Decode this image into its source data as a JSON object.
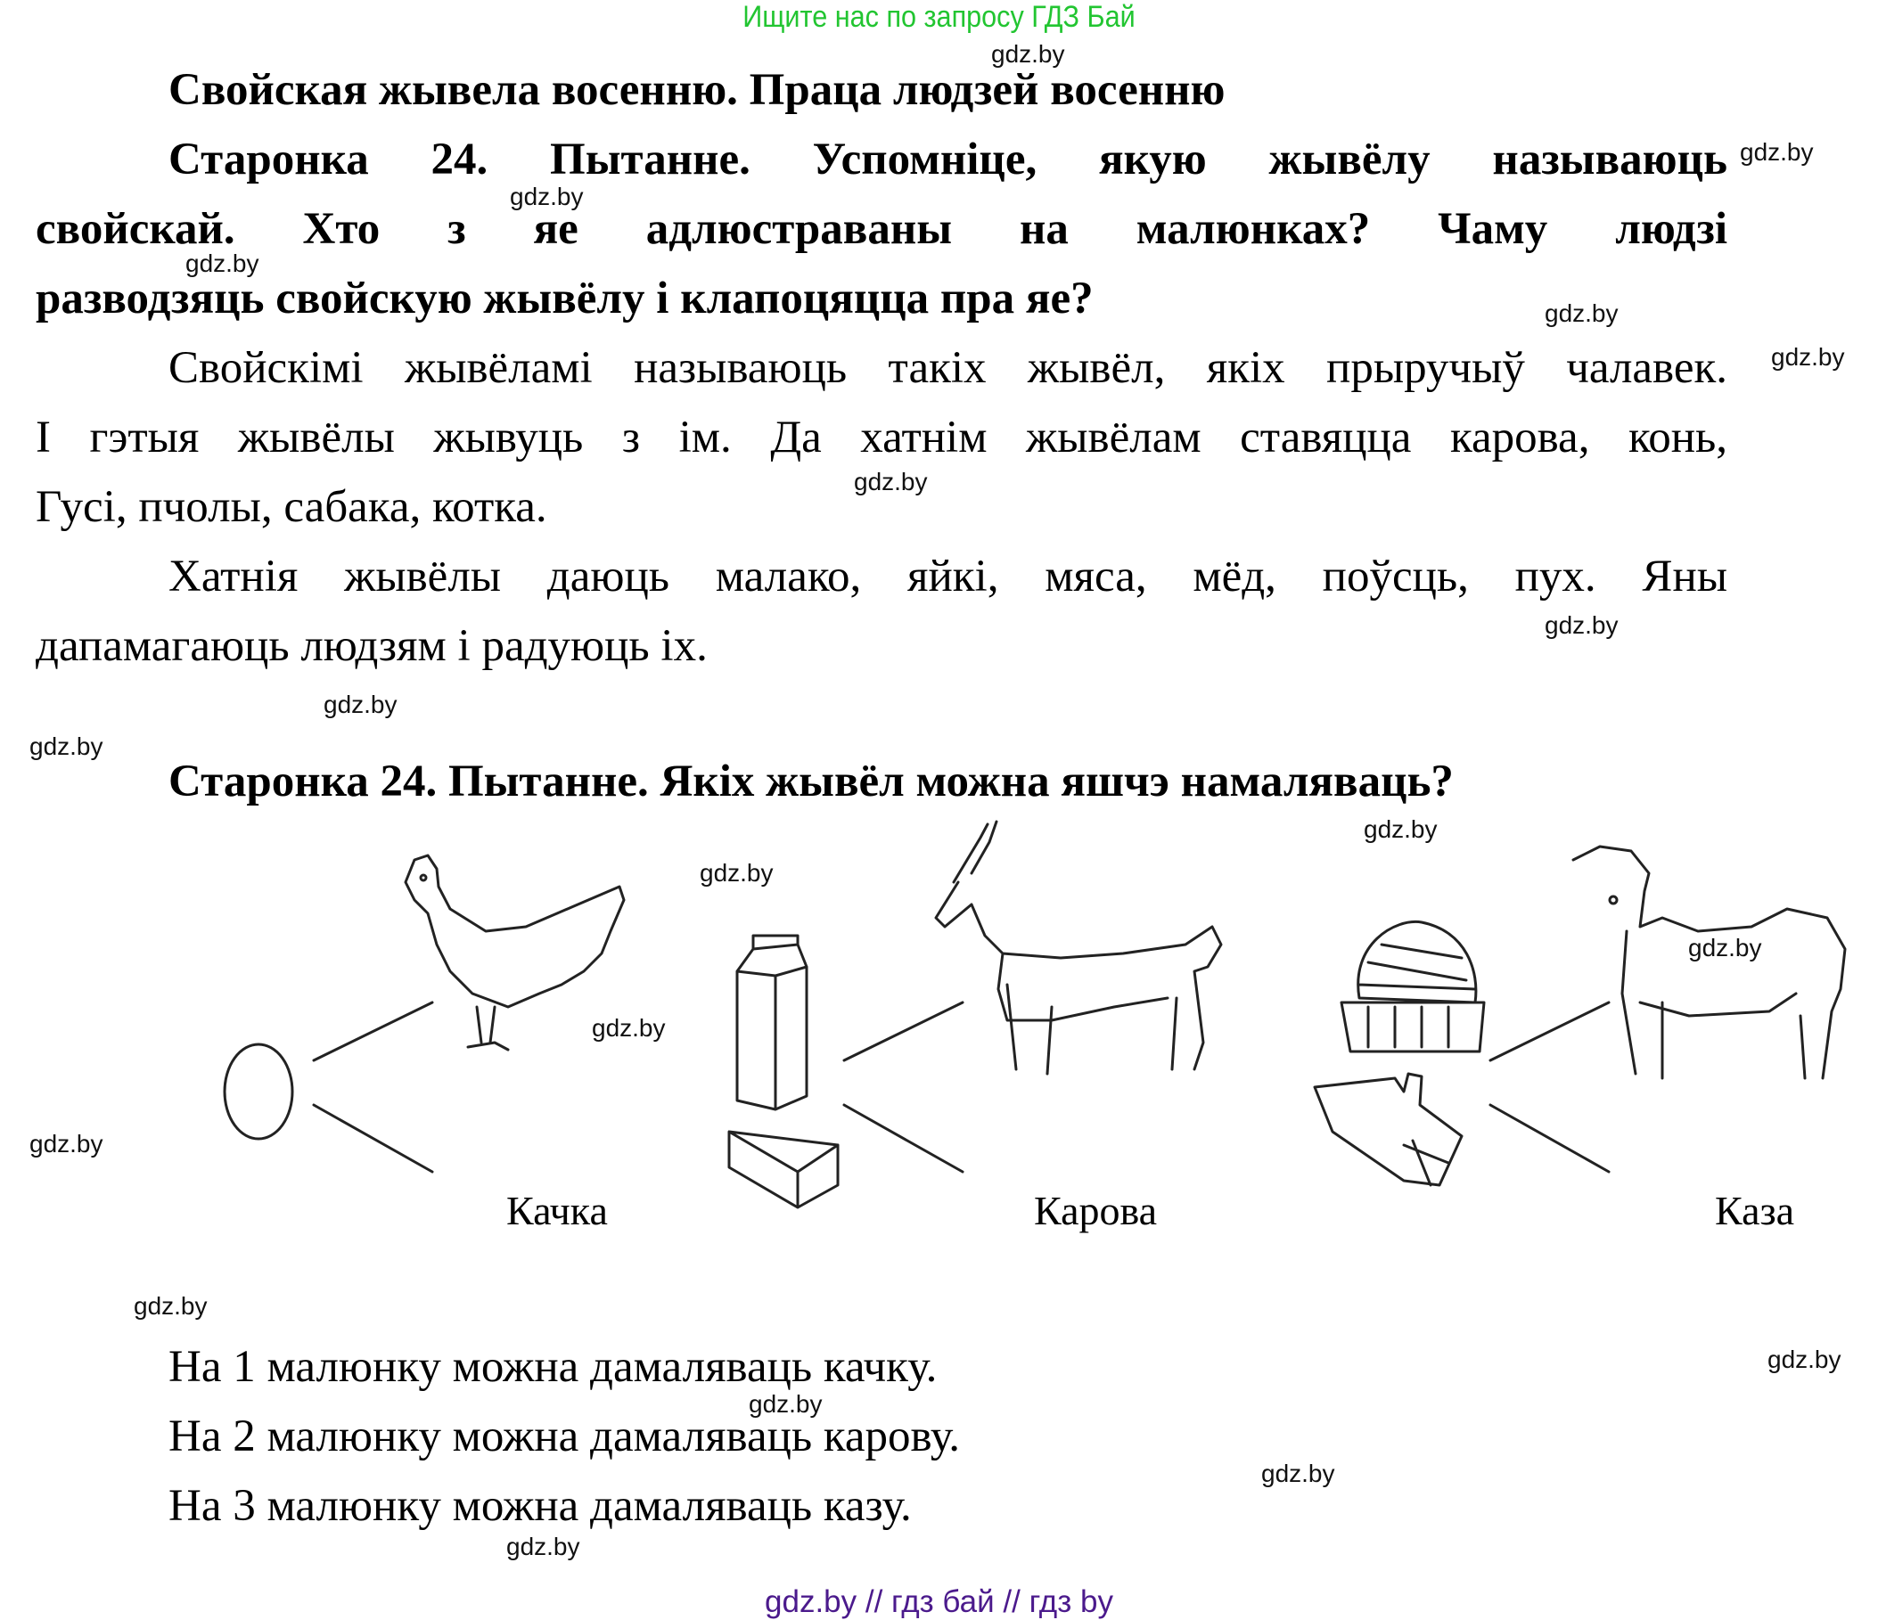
{
  "banner": "Ищите нас по запросу ГДЗ Бай",
  "title": "Свойская жывела восенню. Праца людзей восенню",
  "q1": {
    "line1": "Старонка 24. Пытанне. Успомніце, якую жывёлу называюць",
    "line2": "свойскай. Хто з яе адлюстраваны на малюнках? Чаму людзі",
    "line3": "разводзяць свойскую жывёлу і клапоцяцца пра яе?"
  },
  "a1": {
    "p1_line1": "Свойскімі жывёламі называюць такіх жывёл, якіх прыручыў чалавек.",
    "p1_line2": "І гэтыя жывёлы жывуць з ім. Да хатнім жывёлам ставяцца карова, конь,",
    "p1_line3": "Гусі, пчолы, сабака, котка.",
    "p2_line1": "Хатнія жывёлы даюць малако, яйкі, мяса, мёд, поўсць, пух. Яны",
    "p2_line2": "дапамагаюць людзям і радуюць іх."
  },
  "q2": "Старонка 24. Пытанне. Якіх жывёл можна яшчэ намаляваць?",
  "illustration": {
    "groups": [
      {
        "animal_icon": "hen-icon",
        "products": [
          "egg-icon"
        ],
        "label": "Качка"
      },
      {
        "animal_icon": "goat-icon",
        "products": [
          "milk-carton-icon",
          "cheese-icon"
        ],
        "label": "Карова"
      },
      {
        "animal_icon": "sheep-icon",
        "products": [
          "knit-hat-icon",
          "mitten-icon"
        ],
        "label": "Каза"
      }
    ]
  },
  "a2": [
    "На 1 малюнку можна дамаляваць качку.",
    "На 2 малюнку можна дамаляваць карову.",
    "На 3 малюнку можна дамаляваць казу."
  ],
  "watermark": "gdz.by",
  "footer": "gdz.by  //  гдз бай  //  гдз by"
}
